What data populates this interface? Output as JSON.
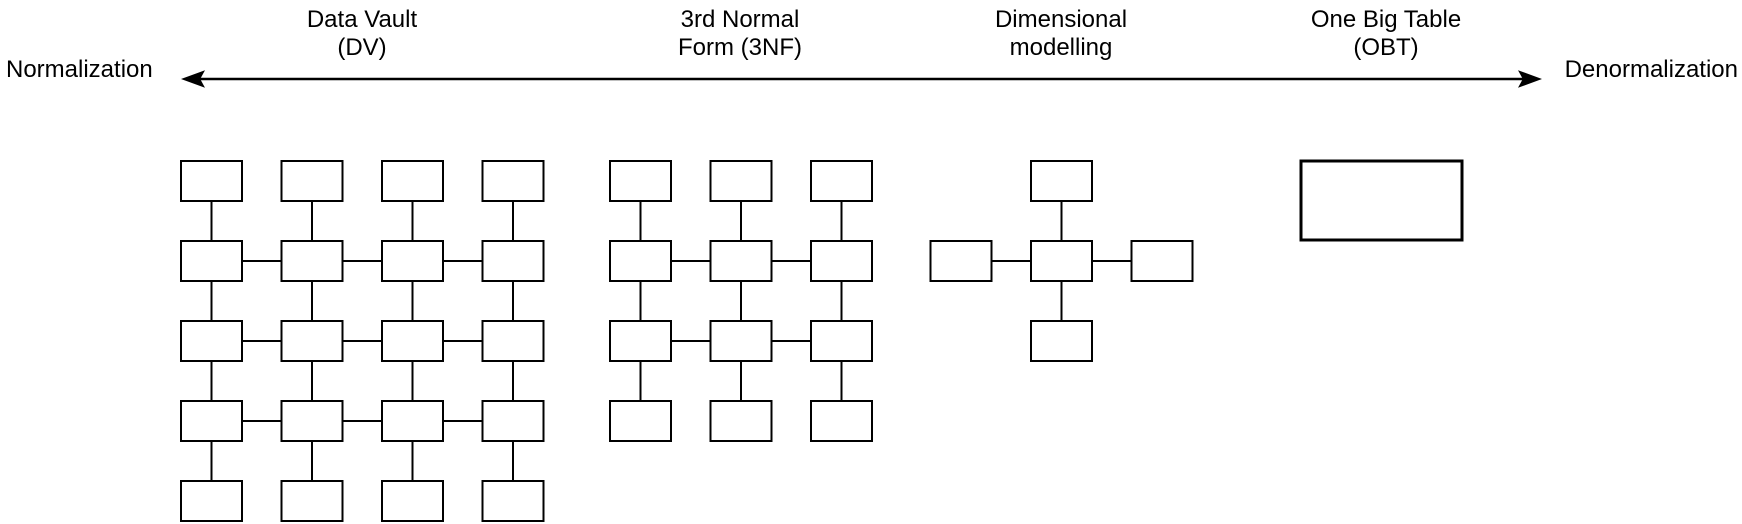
{
  "axis": {
    "left_label": "Normalization",
    "right_label": "Denormalization"
  },
  "approaches": [
    {
      "id": "dv",
      "label": [
        "Data Vault",
        "(DV)"
      ],
      "diagram": {
        "type": "grid",
        "columns": 4,
        "rows": 5,
        "box_count": 20,
        "vertically_connected": true,
        "horizontally_connected_rows": [
          2,
          3,
          4
        ]
      }
    },
    {
      "id": "3nf",
      "label": [
        "3rd Normal",
        "Form (3NF)"
      ],
      "diagram": {
        "type": "grid",
        "columns": 3,
        "rows": 4,
        "box_count": 12,
        "vertically_connected": true,
        "horizontally_connected_rows": [
          2,
          3
        ]
      }
    },
    {
      "id": "dimensional",
      "label": [
        "Dimensional",
        "modelling"
      ],
      "diagram": {
        "type": "star",
        "center_box_count": 1,
        "satellite_box_count": 4
      }
    },
    {
      "id": "obt",
      "label": [
        "One Big Table",
        "(OBT)"
      ],
      "diagram": {
        "type": "single_table",
        "box_count": 1
      }
    }
  ],
  "colors": {
    "line": "#000000",
    "box_fill": "#ffffff",
    "background": "#ffffff",
    "text": "#000000"
  }
}
